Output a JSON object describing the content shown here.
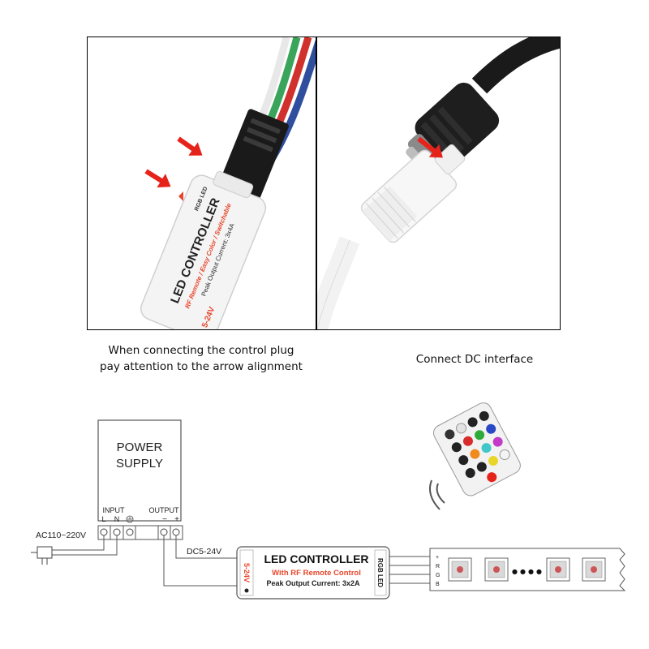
{
  "captions": {
    "left_line1": "When connecting the control plug",
    "left_line2": "pay attention to the arrow alignment",
    "right": "Connect DC interface"
  },
  "left_photo": {
    "controller_title": "LED CONTROLLER",
    "controller_subtitle": "RF Remote / Easy Color / Switchable",
    "controller_current": "Peak Output Current: 3x4A",
    "controller_voltage": "5-24V",
    "controller_badge": "RGB LED"
  },
  "diagram": {
    "power_supply_line1": "POWER",
    "power_supply_line2": "SUPPLY",
    "input_label": "INPUT",
    "output_label": "OUTPUT",
    "terminal_L": "L",
    "terminal_N": "N",
    "terminal_minus": "−",
    "terminal_plus": "+",
    "ac_label": "AC110~220V",
    "dc_label": "DC5-24V",
    "controller_title": "LED CONTROLLER",
    "controller_subtitle": "With RF Remote Control",
    "controller_current": "Peak Output Current: 3x2A",
    "controller_voltage": "5-24V",
    "controller_badge": "RGB LED",
    "strip_pins": [
      "+",
      "R",
      "G",
      "B"
    ],
    "strip_ellipsis": "●●●●"
  },
  "colors": {
    "controller_accent": "#e8452a",
    "arrow_red": "#e5231b",
    "wire_green": "#3aa55a",
    "wire_red": "#d0312d",
    "wire_blue": "#2f4f9e"
  }
}
